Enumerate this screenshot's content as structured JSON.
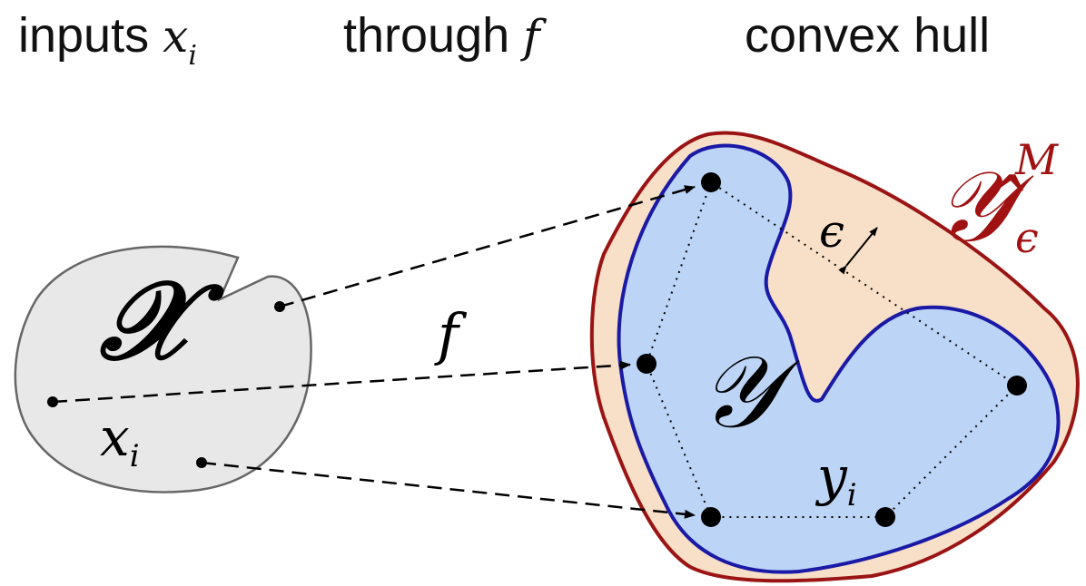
{
  "headers": {
    "inputs_word": "inputs",
    "inputs_var": "x",
    "inputs_sub": "i",
    "through_word": "through",
    "through_var": "f",
    "hull_label": "convex hull"
  },
  "diagram": {
    "domain_symbol": "𝒳",
    "input_var": "x",
    "input_sub": "i",
    "map_label": "f",
    "image_symbol": "𝒴",
    "output_var": "y",
    "output_sub": "i",
    "epsilon": "ϵ",
    "hull_symbol": "𝒴̂",
    "hull_sup": "M",
    "hull_sub": "ϵ"
  },
  "colors": {
    "domain_fill": "#e8e8e8",
    "domain_stroke": "#666666",
    "image_fill": "#bcd4f6",
    "image_stroke": "#1a1aa6",
    "hull_fill": "#f8dfc8",
    "hull_stroke": "#9b1414",
    "hull_label": "#a01212"
  }
}
